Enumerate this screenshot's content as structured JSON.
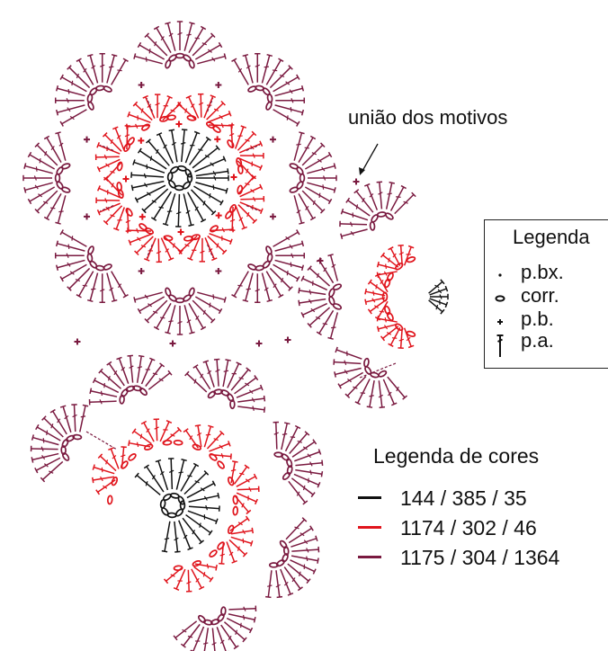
{
  "join_label": "união dos motivos",
  "symbol_legend": {
    "title": "Legenda",
    "items": [
      {
        "label": "p.bx.",
        "icon": "slip-stitch-dot-icon"
      },
      {
        "label": "corr.",
        "icon": "chain-oval-icon"
      },
      {
        "label": "p.b.",
        "icon": "single-crochet-cross-icon"
      },
      {
        "label": "p.a.",
        "icon": "double-crochet-post-icon"
      }
    ]
  },
  "color_legend": {
    "title": "Legenda de cores",
    "items": [
      {
        "label": "144 / 385 / 35",
        "color": "#111111"
      },
      {
        "label": "1174 / 302 / 46",
        "color": "#e0141c"
      },
      {
        "label": "1175 / 304 / 1364",
        "color": "#7a1a40"
      }
    ]
  },
  "colors": {
    "black": "#111111",
    "red": "#e0141c",
    "wine": "#7a1a40"
  }
}
